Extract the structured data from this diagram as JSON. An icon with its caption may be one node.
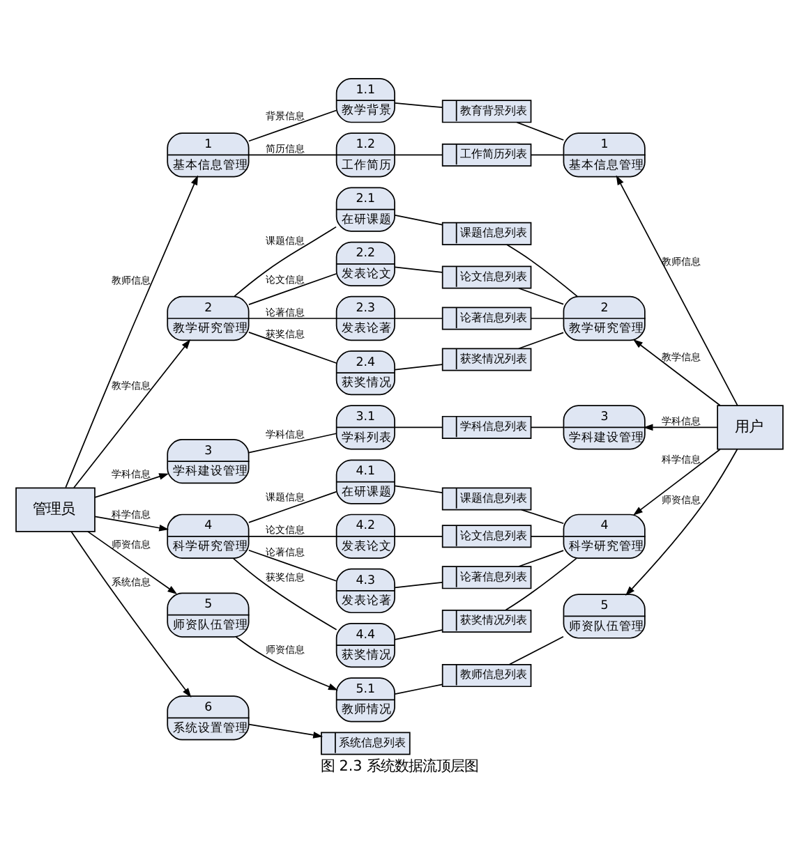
{
  "diagram": {
    "caption": "图 2.3 系统数据流顶层图",
    "nodes": [
      {
        "text": [
          "管理员"
        ]
      },
      {
        "text": [
          "1",
          "基本信息管理"
        ]
      },
      {
        "text": [
          "1.1",
          "教学背景"
        ]
      },
      {
        "text": [
          "1.2",
          "工作简历"
        ]
      },
      {
        "text": [
          "教育背景列表"
        ]
      },
      {
        "text": [
          "工作简历列表"
        ]
      },
      {
        "text": [
          "1",
          "基本信息管理"
        ]
      },
      {
        "text": [
          "2",
          "教学研究管理"
        ]
      },
      {
        "text": [
          "2.1",
          "在研课题"
        ]
      },
      {
        "text": [
          "2.2",
          "发表论文"
        ]
      },
      {
        "text": [
          "2.3",
          "发表论著"
        ]
      },
      {
        "text": [
          "2.4",
          "获奖情况"
        ]
      },
      {
        "text": [
          "课题信息列表"
        ]
      },
      {
        "text": [
          "论文信息列表"
        ]
      },
      {
        "text": [
          "论著信息列表"
        ]
      },
      {
        "text": [
          "获奖情况列表"
        ]
      },
      {
        "text": [
          "2",
          "教学研究管理"
        ]
      },
      {
        "text": [
          "3",
          "学科建设管理"
        ]
      },
      {
        "text": [
          "3.1",
          "学科列表"
        ]
      },
      {
        "text": [
          "学科信息列表"
        ]
      },
      {
        "text": [
          "3",
          "学科建设管理"
        ]
      },
      {
        "text": [
          "用户"
        ]
      },
      {
        "text": [
          "4",
          "科学研究管理"
        ]
      },
      {
        "text": [
          "4.1",
          "在研课题"
        ]
      },
      {
        "text": [
          "4.2",
          "发表论文"
        ]
      },
      {
        "text": [
          "4.3",
          "发表论著"
        ]
      },
      {
        "text": [
          "4.4",
          "获奖情况"
        ]
      },
      {
        "text": [
          "课题信息列表"
        ]
      },
      {
        "text": [
          "论文信息列表"
        ]
      },
      {
        "text": [
          "论著信息列表"
        ]
      },
      {
        "text": [
          "获奖情况列表"
        ]
      },
      {
        "text": [
          "4",
          "科学研究管理"
        ]
      },
      {
        "text": [
          "5",
          "师资队伍管理"
        ]
      },
      {
        "text": [
          "5.1",
          "教师情况"
        ]
      },
      {
        "text": [
          "教师信息列表"
        ]
      },
      {
        "text": [
          "5",
          "师资队伍管理"
        ]
      },
      {
        "text": [
          "6",
          "系统设置管理"
        ]
      },
      {
        "text": [
          "系统信息列表"
        ]
      }
    ],
    "edges": [
      {
        "from": 0,
        "to": 1,
        "arrow": "to",
        "label": "教师信息"
      },
      {
        "from": 0,
        "to": 7,
        "arrow": "to",
        "label": "教学信息"
      },
      {
        "from": 0,
        "to": 17,
        "arrow": "to",
        "label": "学科信息"
      },
      {
        "from": 0,
        "to": 22,
        "arrow": "to",
        "label": "科学信息"
      },
      {
        "from": 0,
        "to": 32,
        "arrow": "to",
        "label": "师资信息"
      },
      {
        "from": 0,
        "to": 36,
        "arrow": "to",
        "label": "系统信息"
      },
      {
        "from": 1,
        "to": 2,
        "arrow": "none",
        "label": "背景信息"
      },
      {
        "from": 1,
        "to": 3,
        "arrow": "none",
        "label": "简历信息"
      },
      {
        "from": 2,
        "to": 4,
        "arrow": "none"
      },
      {
        "from": 3,
        "to": 5,
        "arrow": "none"
      },
      {
        "from": 4,
        "to": 6,
        "arrow": "none"
      },
      {
        "from": 5,
        "to": 6,
        "arrow": "none"
      },
      {
        "from": 7,
        "to": 8,
        "arrow": "none",
        "label": "课题信息"
      },
      {
        "from": 7,
        "to": 9,
        "arrow": "none",
        "label": "论文信息"
      },
      {
        "from": 7,
        "to": 10,
        "arrow": "none",
        "label": "论著信息"
      },
      {
        "from": 7,
        "to": 11,
        "arrow": "none",
        "label": "获奖信息"
      },
      {
        "from": 8,
        "to": 12,
        "arrow": "none"
      },
      {
        "from": 9,
        "to": 13,
        "arrow": "none"
      },
      {
        "from": 10,
        "to": 14,
        "arrow": "none"
      },
      {
        "from": 11,
        "to": 15,
        "arrow": "none"
      },
      {
        "from": 12,
        "to": 16,
        "arrow": "none"
      },
      {
        "from": 13,
        "to": 16,
        "arrow": "none"
      },
      {
        "from": 14,
        "to": 16,
        "arrow": "none"
      },
      {
        "from": 15,
        "to": 16,
        "arrow": "none"
      },
      {
        "from": 17,
        "to": 18,
        "arrow": "none",
        "label": "学科信息"
      },
      {
        "from": 18,
        "to": 19,
        "arrow": "none"
      },
      {
        "from": 19,
        "to": 20,
        "arrow": "none"
      },
      {
        "from": 22,
        "to": 23,
        "arrow": "none",
        "label": "课题信息"
      },
      {
        "from": 22,
        "to": 24,
        "arrow": "none",
        "label": "论文信息"
      },
      {
        "from": 22,
        "to": 25,
        "arrow": "none",
        "label": "论著信息"
      },
      {
        "from": 22,
        "to": 26,
        "arrow": "none",
        "label": "获奖信息"
      },
      {
        "from": 23,
        "to": 27,
        "arrow": "none"
      },
      {
        "from": 24,
        "to": 28,
        "arrow": "none"
      },
      {
        "from": 25,
        "to": 29,
        "arrow": "none"
      },
      {
        "from": 26,
        "to": 30,
        "arrow": "none"
      },
      {
        "from": 27,
        "to": 31,
        "arrow": "none"
      },
      {
        "from": 28,
        "to": 31,
        "arrow": "none"
      },
      {
        "from": 29,
        "to": 31,
        "arrow": "none"
      },
      {
        "from": 30,
        "to": 31,
        "arrow": "none"
      },
      {
        "from": 32,
        "to": 33,
        "arrow": "to",
        "label": "师资信息"
      },
      {
        "from": 33,
        "to": 34,
        "arrow": "none"
      },
      {
        "from": 34,
        "to": 35,
        "arrow": "none"
      },
      {
        "from": 36,
        "to": 37,
        "arrow": "to"
      },
      {
        "from": 21,
        "to": 6,
        "arrow": "to",
        "label": "教师信息"
      },
      {
        "from": 21,
        "to": 16,
        "arrow": "to",
        "label": "教学信息"
      },
      {
        "from": 21,
        "to": 20,
        "arrow": "to",
        "label": "学科信息"
      },
      {
        "from": 21,
        "to": 31,
        "arrow": "to",
        "label": "科学信息"
      },
      {
        "from": 21,
        "to": 35,
        "arrow": "to",
        "label": "师资信息"
      }
    ]
  }
}
